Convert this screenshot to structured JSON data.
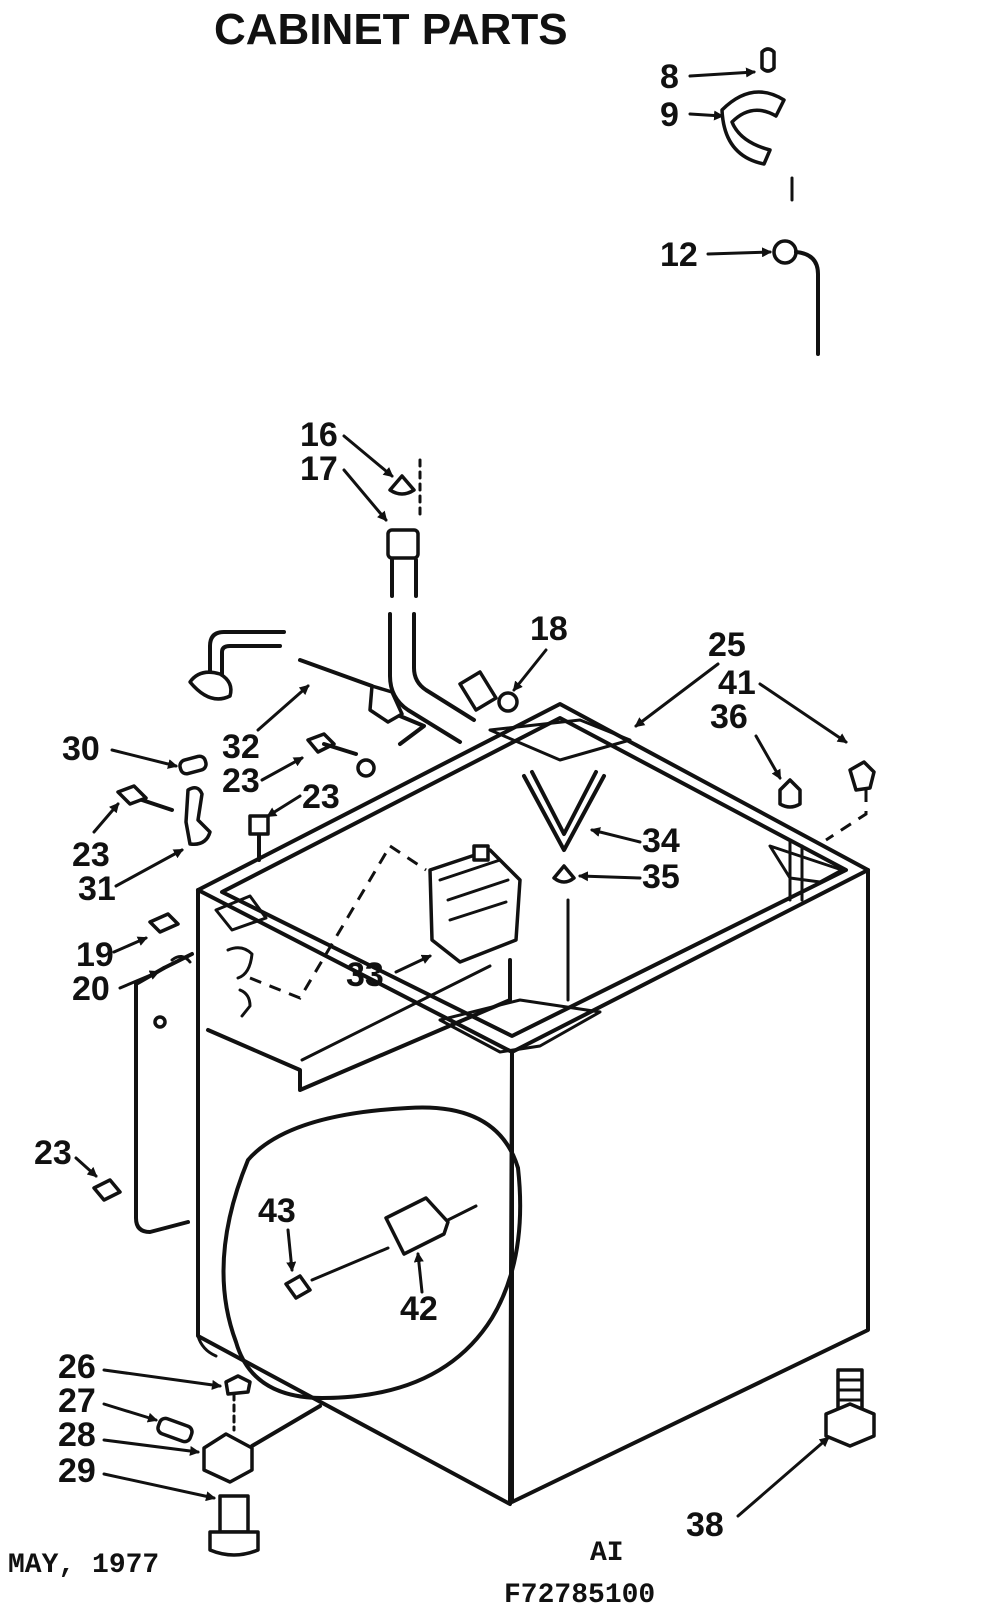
{
  "title": "CABINET PARTS",
  "footer": {
    "date": "MAY, 1977",
    "code": "AI",
    "part_number": "F72785100"
  },
  "callouts": {
    "c8": "8",
    "c9": "9",
    "c12": "12",
    "c16": "16",
    "c17": "17",
    "c18": "18",
    "c25": "25",
    "c41": "41",
    "c36": "36",
    "c30": "30",
    "c32": "32",
    "c23a": "23",
    "c23b": "23",
    "c23c": "23",
    "c31": "31",
    "c34": "34",
    "c35": "35",
    "c19": "19",
    "c20": "20",
    "c33": "33",
    "c23d": "23",
    "c43": "43",
    "c42": "42",
    "c26": "26",
    "c27": "27",
    "c28": "28",
    "c29": "29",
    "c38": "38"
  }
}
